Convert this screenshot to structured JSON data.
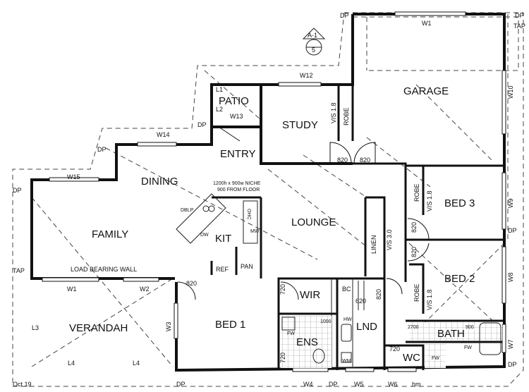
{
  "rooms": {
    "garage": "GARAGE",
    "study": "STUDY",
    "patio": "PATIO",
    "entry": "ENTRY",
    "dining": "DINING",
    "family": "FAMILY",
    "kit": "KIT",
    "lounge": "LOUNGE",
    "bed3": "BED 3",
    "bed2": "BED 2",
    "bed1": "BED 1",
    "verandah": "VERANDAH",
    "wir": "WIR",
    "ens": "ENS",
    "lnd": "LND",
    "bath": "BATH",
    "wc": "WC",
    "linen": "LINEN",
    "robe": "ROBE",
    "ref": "REF",
    "pan": "PAN"
  },
  "windows": {
    "w1": "W1",
    "w2": "W2",
    "w3": "W3",
    "w4": "W4",
    "w5": "W5",
    "w6": "W6",
    "w7": "W7",
    "w8": "W8",
    "w9": "W9",
    "w10": "W10",
    "w12": "W12",
    "w13": "W13",
    "w14": "W14",
    "w15": "W15"
  },
  "markers": {
    "dp": "DP",
    "tap": "TAP",
    "l1": "L1",
    "l2": "L2",
    "l3": "L3",
    "l4": "L4",
    "vs18": "V/S 1.8",
    "vs30": "V/S 3.0",
    "d820": "820",
    "d720": "720",
    "d620": "620",
    "bc": "BC",
    "hw": "HW",
    "fw": "FW",
    "wm": "WM",
    "dw": "DW",
    "mw": "MW",
    "ohc": "OHC",
    "dblp": "DBLP",
    "s1000": "1000",
    "s900": "900",
    "s2700": "2700",
    "hm": "hm",
    "a1": "A-1",
    "five": "5"
  },
  "notes": {
    "niche1": "1200h x 900w NICHE",
    "niche2": "900 FROM FLOOR",
    "load_wall": "LOAD BEARING WALL",
    "date": "Oct 19"
  }
}
